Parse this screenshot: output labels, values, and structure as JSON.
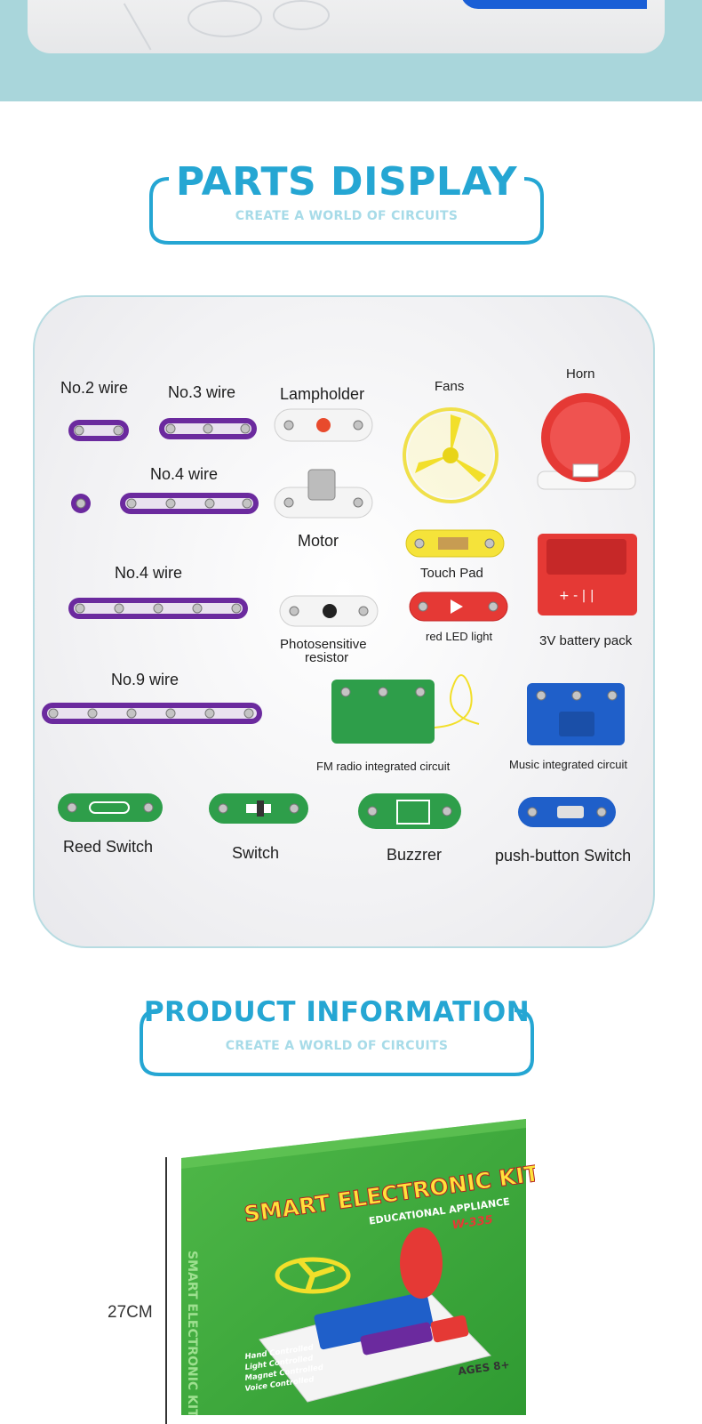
{
  "parts_header": {
    "title": "PARTS DISPLAY",
    "subtitle": "CREATE A WORLD OF CIRCUITS"
  },
  "parts": [
    {
      "key": "no2",
      "label": "No.2 wire"
    },
    {
      "key": "no3",
      "label": "No.3 wire"
    },
    {
      "key": "lampholder",
      "label": "Lampholder"
    },
    {
      "key": "fans",
      "label": "Fans"
    },
    {
      "key": "horn",
      "label": "Horn"
    },
    {
      "key": "no4a",
      "label": "No.4 wire"
    },
    {
      "key": "motor",
      "label": "Motor"
    },
    {
      "key": "touch",
      "label": "Touch Pad"
    },
    {
      "key": "no4b",
      "label": "No.4 wire"
    },
    {
      "key": "photo1",
      "label": "Photosensitive"
    },
    {
      "key": "photo2",
      "label": "resistor"
    },
    {
      "key": "led",
      "label": "red LED light"
    },
    {
      "key": "battery",
      "label": "3V battery pack"
    },
    {
      "key": "no9",
      "label": "No.9 wire"
    },
    {
      "key": "fm",
      "label": "FM radio integrated circuit"
    },
    {
      "key": "music",
      "label": "Music integrated circuit"
    },
    {
      "key": "reed",
      "label": "Reed Switch"
    },
    {
      "key": "switch",
      "label": "Switch"
    },
    {
      "key": "buzzer",
      "label": "Buzzrer"
    },
    {
      "key": "push",
      "label": "push-button Switch"
    }
  ],
  "product_header": {
    "title": "PRODUCT INFORMATION",
    "subtitle": "CREATE A WORLD OF CIRCUITS"
  },
  "product": {
    "box_title": "SMART ELECTRONIC KIT",
    "box_subtitle": "EDUCATIONAL APPLIANCE",
    "model": "W-335",
    "side_text": "SMART ELECTRONIC KIT",
    "ages": "AGES 8+",
    "features": [
      "Hand Controlled",
      "Light Controlled",
      "Magnet Controlled",
      "Voice Controlled"
    ],
    "height_label": "27CM"
  },
  "colors": {
    "accent": "#25a6d3",
    "band": "#a9d6db",
    "purple_wire": "#6b2a9e",
    "box_green": "#3ca43a"
  }
}
